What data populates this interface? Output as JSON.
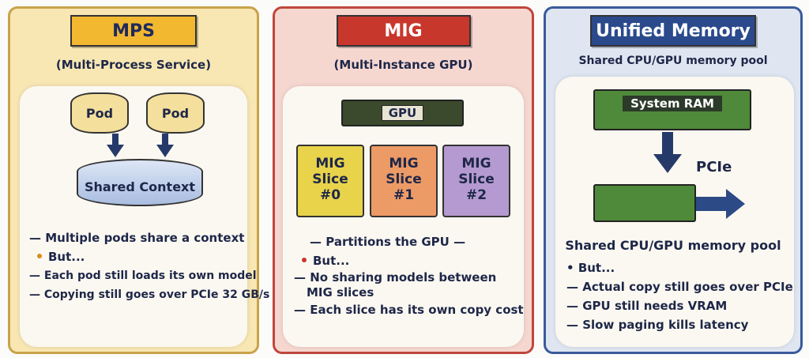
{
  "panels": {
    "mps": {
      "title": "MPS",
      "subtitle": "(Multi-Process Service)",
      "pod1": "Pod",
      "pod2": "Pod",
      "context": "Shared Context",
      "items": [
        "Multiple pods share a context",
        "But...",
        "Each pod still loads its own model",
        "Copying still goes over PCIe 32 GB/s"
      ]
    },
    "mig": {
      "title": "MIG",
      "subtitle": "(Multi-Instance GPU)",
      "gpu": "GPU",
      "slices": [
        {
          "l1": "MIG",
          "l2": "Slice",
          "l3": "#0"
        },
        {
          "l1": "MIG",
          "l2": "Slice",
          "l3": "#1"
        },
        {
          "l1": "MIG",
          "l2": "Slice",
          "l3": "#2"
        }
      ],
      "items": [
        "Partitions the GPU",
        "But...",
        "No sharing models between",
        "MIG slices",
        "Each slice has its own copy cost"
      ]
    },
    "um": {
      "title": "Unified Memory",
      "subtitle": "Shared CPU/GPU memory pool",
      "ram": "System RAM",
      "pcie": "PCIe",
      "caption": "Shared CPU/GPU memory pool",
      "items": [
        "But...",
        "Actual copy still goes over PCIe",
        "GPU still needs VRAM",
        "Slow paging kills latency"
      ]
    }
  },
  "colors": {
    "mps": "#f2b830",
    "mig": "#c8372c",
    "um": "#2a4a8c"
  }
}
